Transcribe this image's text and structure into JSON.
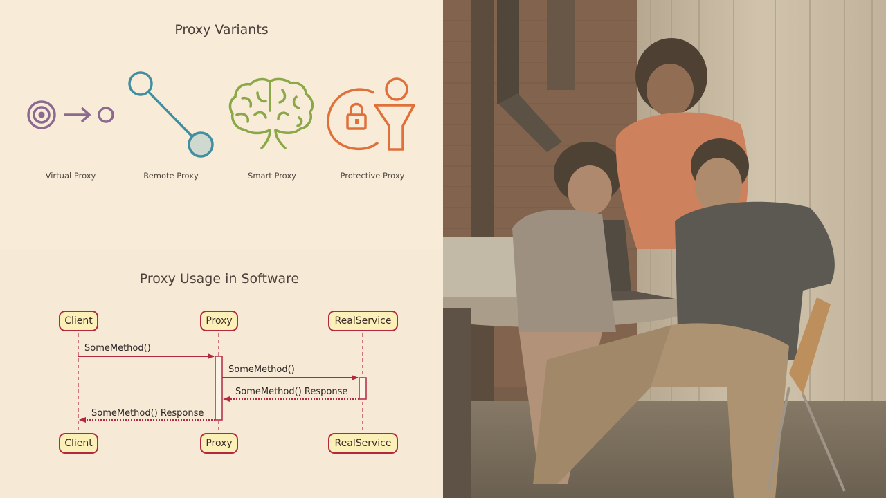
{
  "variants": {
    "title": "Proxy Variants",
    "items": [
      {
        "label": "Virtual Proxy",
        "icon": "virtual-proxy-icon"
      },
      {
        "label": "Remote Proxy",
        "icon": "remote-proxy-icon"
      },
      {
        "label": "Smart Proxy",
        "icon": "brain-icon"
      },
      {
        "label": "Protective Proxy",
        "icon": "lock-person-icon"
      }
    ],
    "colors": {
      "virtual": "#8c6a8f",
      "remote": "#3f8fa0",
      "smart": "#8aa848",
      "protective": "#e0703a"
    }
  },
  "usage": {
    "title": "Proxy Usage in Software",
    "participants": [
      "Client",
      "Proxy",
      "RealService"
    ],
    "messages": [
      {
        "from": "Client",
        "to": "Proxy",
        "label": "SomeMethod()",
        "type": "call"
      },
      {
        "from": "Proxy",
        "to": "RealService",
        "label": "SomeMethod()",
        "type": "call"
      },
      {
        "from": "RealService",
        "to": "Proxy",
        "label": "SomeMethod() Response",
        "type": "return"
      },
      {
        "from": "Proxy",
        "to": "Client",
        "label": "SomeMethod() Response",
        "type": "return"
      }
    ],
    "colors": {
      "line": "#b3283f",
      "box_fill": "#fbf0b8"
    }
  },
  "photo": {
    "subject": "three people working around a laptop at a table"
  }
}
